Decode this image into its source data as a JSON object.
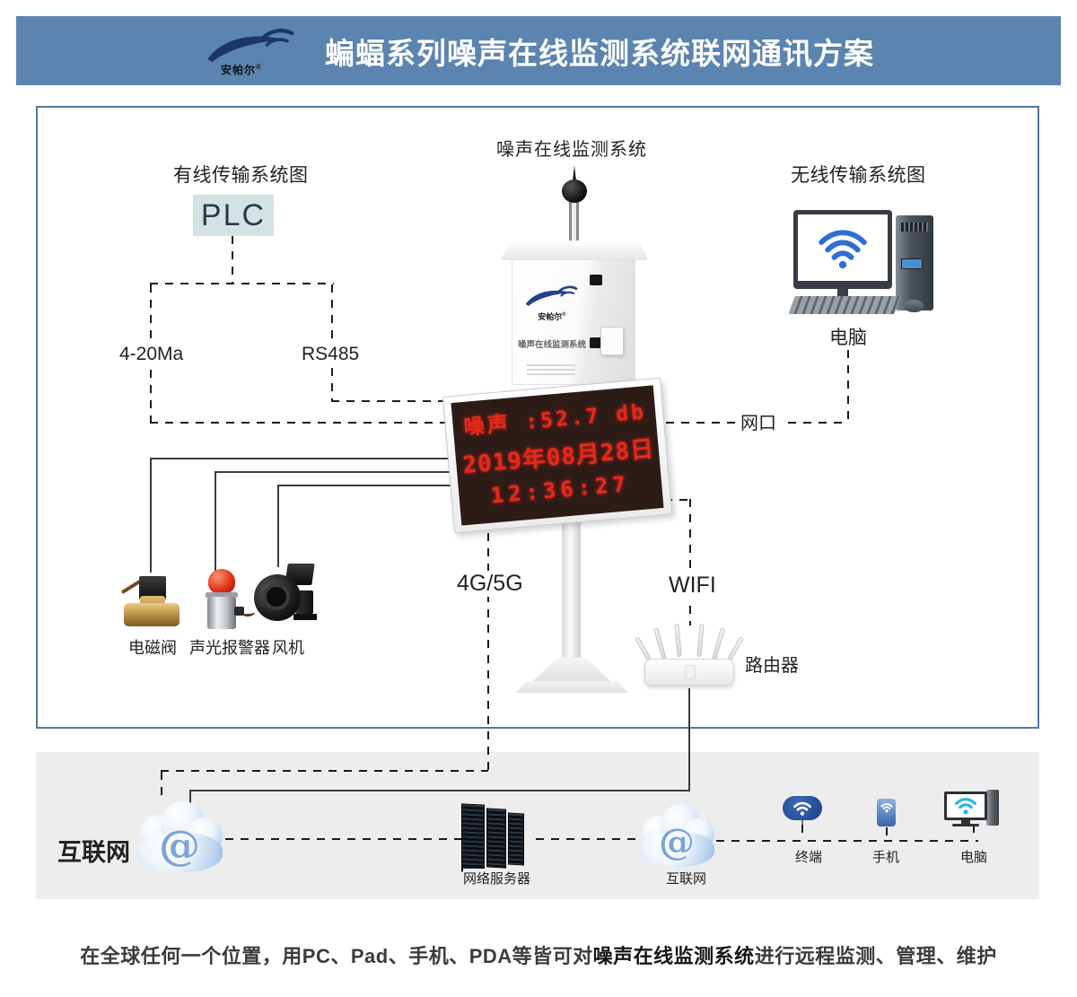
{
  "header": {
    "logo_text": "安帕尔",
    "logo_reg": "®",
    "title": "蝙蝠系列噪声在线监测系统联网通讯方案"
  },
  "diagram": {
    "wired": {
      "title": "有线传输系统图",
      "plc_label": "PLC",
      "analog_label": "4-20Ma",
      "serial_label": "RS485"
    },
    "station": {
      "title": "噪声在线监测系统",
      "cabinet_logo_text": "安帕尔",
      "cabinet_logo_reg": "®",
      "cabinet_name": "噪声在线监测系统"
    },
    "wireless": {
      "title": "无线传输系统图",
      "computer_label": "电脑"
    },
    "connections": {
      "lan_label": "网口",
      "cellular_label": "4G/5G",
      "wifi_label": "WIFI",
      "router_label": "路由器"
    },
    "actuators": [
      {
        "label": "电磁阀"
      },
      {
        "label": "声光报警器"
      },
      {
        "label": "风机"
      }
    ],
    "led_display": {
      "line1": "噪声 :52.7 db",
      "line2": "2019年08月28日",
      "line3": "12:36:27"
    }
  },
  "internet_band": {
    "internet_label": "互联网",
    "server_label": "网络服务器",
    "internet_label_2": "互联网",
    "clients": [
      {
        "label": "终端"
      },
      {
        "label": "手机"
      },
      {
        "label": "电脑"
      }
    ]
  },
  "footer": {
    "text_before": "在全球任何一个位置，用PC、Pad、手机、PDA等皆可对",
    "text_highlight": "噪声在线监测系统",
    "text_after": "进行远程监测、管理、维护"
  },
  "colors": {
    "header_bg": "#5c84b0",
    "panel_border": "#54779f",
    "plc_bg": "#d3e3e4",
    "led_text": "#e8281c",
    "led_bg": "#2d1b17",
    "band_bg": "#ededed",
    "logo_navy": "#1c3668",
    "wifi_blue": "#2e6fd6"
  }
}
